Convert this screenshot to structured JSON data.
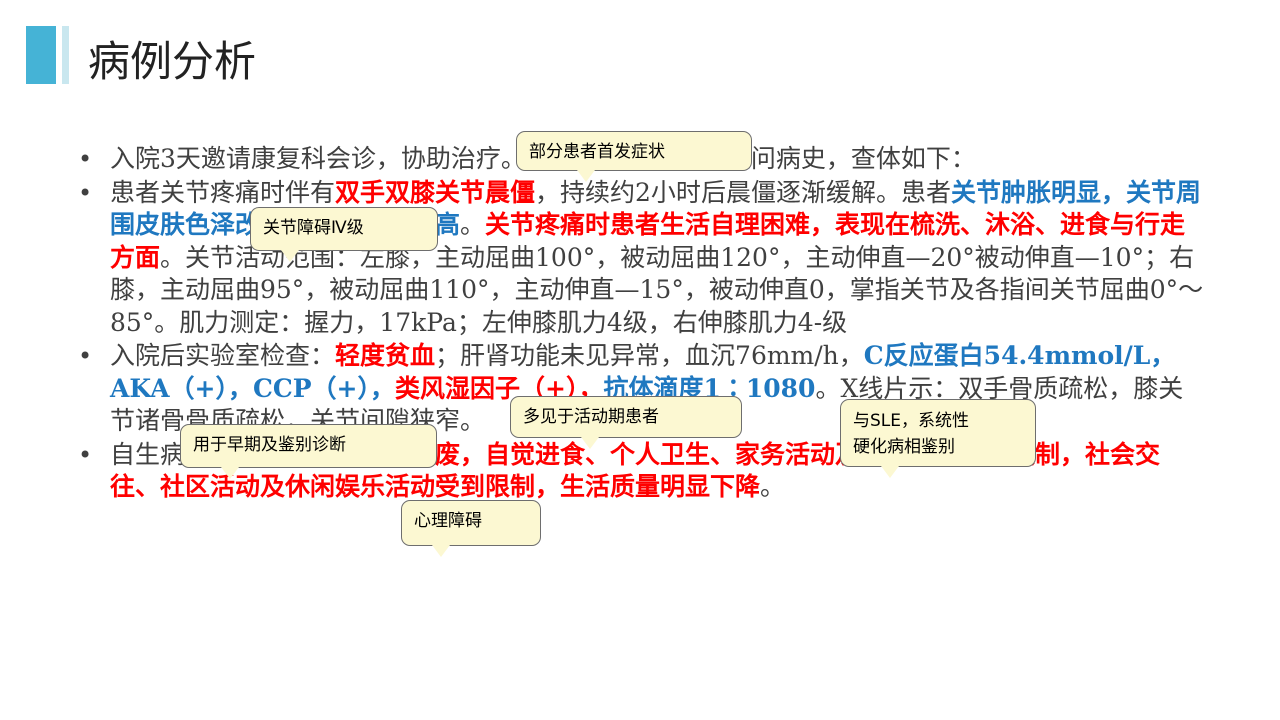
{
  "title": "病例分析",
  "paragraphs": [
    {
      "runs": [
        {
          "style": "normal",
          "text": "入院3天邀请康复科会诊，协助治疗。康复治疗医师通过追问病史，查体如下："
        }
      ]
    },
    {
      "runs": [
        {
          "style": "normal",
          "text": "患者关节疼痛时伴有"
        },
        {
          "style": "red",
          "text": "双手双膝关节晨僵"
        },
        {
          "style": "normal",
          "text": "，持续约2小时后晨僵逐渐缓解。患者"
        },
        {
          "style": "blue",
          "text": "关节肿胀明显，关节周围皮肤色泽改变，关节皮温稍高"
        },
        {
          "style": "normal",
          "text": "。"
        },
        {
          "style": "red",
          "text": "关节疼痛时患者生活自理困难，表现在梳洗、沐浴、进食与行走方面"
        },
        {
          "style": "normal",
          "text": "。关节活动范围：左膝，主动屈曲100°，被动屈曲120°，主动伸直—20°被动伸直—10°；右膝，主动屈曲95°，被动屈曲110°，主动伸直—15°，被动伸直0，掌指关节及各指间关节屈曲0°～85°。肌力测定：握力，17kPa；左伸膝肌力4级，右伸膝肌力4-级"
        }
      ]
    },
    {
      "runs": [
        {
          "style": "normal",
          "text": "入院后实验室检查："
        },
        {
          "style": "red",
          "text": "轻度贫血"
        },
        {
          "style": "normal",
          "text": "；肝肾功能未见异常，血沉76mm/h，"
        },
        {
          "style": "blue",
          "text": "C反应蛋白54.4mmol/L，AKA（+），CCP（+），"
        },
        {
          "style": "red",
          "text": "类风湿因子（+），"
        },
        {
          "style": "blue",
          "text": "抗体滴度1∶1080"
        },
        {
          "style": "normal",
          "text": "。X线片示：双手骨质疏松，膝关节诸骨骨质疏松，关节间隙狭窄。"
        }
      ]
    },
    {
      "runs": [
        {
          "style": "normal",
          "text": "自生病来，"
        },
        {
          "style": "red",
          "text": "患者担心自己会残废，自觉进食、个人卫生、家务活动及行走功能受到限制，社会交往、社区活动及休闲娱乐活动受到限制，生活质量明显下降"
        },
        {
          "style": "normal",
          "text": "。"
        }
      ]
    }
  ],
  "callouts": {
    "first_symptom": "部分患者首发症状",
    "joint_level": "关节障碍Ⅳ级",
    "active_phase": "多见于活动期患者",
    "sle_line1": "与SLE，系统性",
    "sle_line2": "硬化病相鉴别",
    "early_diag": "用于早期及鉴别诊断",
    "psych": "心理障碍"
  }
}
